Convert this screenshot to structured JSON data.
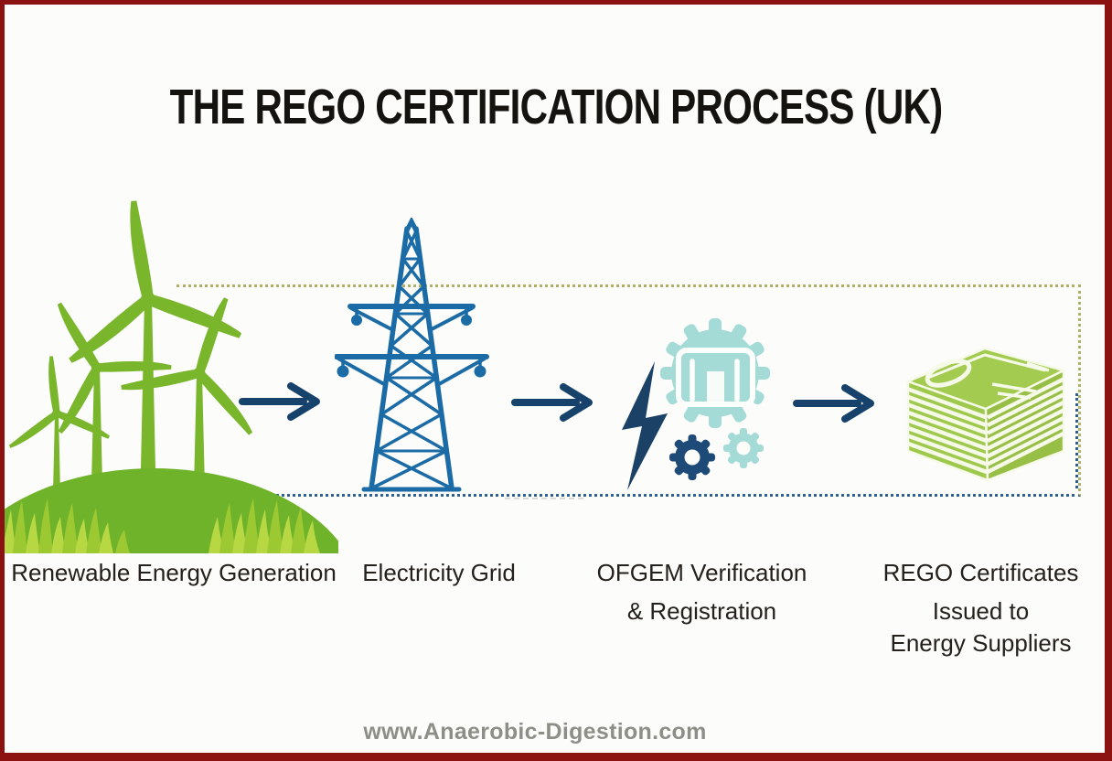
{
  "title": "THE REGO CERTIFICATION PROCESS (UK)",
  "steps": [
    {
      "id": "renewable-energy-generation",
      "icon": "wind-turbines-icon",
      "label": "Renewable Energy Generation"
    },
    {
      "id": "electricity-grid",
      "icon": "transmission-tower-icon",
      "label": "Electricity Grid"
    },
    {
      "id": "ofgem-verification",
      "icon": "lightning-bolt-gears-icon",
      "label": "OFGEM Verification",
      "label_line2": "& Registration"
    },
    {
      "id": "rego-certificates",
      "icon": "certificates-stack-icon",
      "label": "REGO Certificates",
      "label_line2": "Issued to",
      "label_line3": "Energy Suppliers"
    }
  ],
  "connectors": {
    "arrow_icon": "right-arrow-icon",
    "count": 3
  },
  "footer": {
    "website": "www.Anaerobic-Digestion.com"
  },
  "colors": {
    "frame_red": "#8c1111",
    "background": "#fcfcfa",
    "turbine_green": "#79b62c",
    "hill_green": "#6fb32a",
    "grass_light_green": "#b7d743",
    "pylon_blue": "#1b6ba6",
    "arrow_navy": "#17426b",
    "gear_teal": "#a5dbd7",
    "gear_navy": "#1d4a77",
    "bolt_navy": "#1b4266",
    "certificate_green": "#9ec94c",
    "dotted_border_top": "#aeb266",
    "dotted_border_bottom": "#2e618f",
    "title_black": "#151310",
    "footer_gray": "#8e8e88"
  }
}
